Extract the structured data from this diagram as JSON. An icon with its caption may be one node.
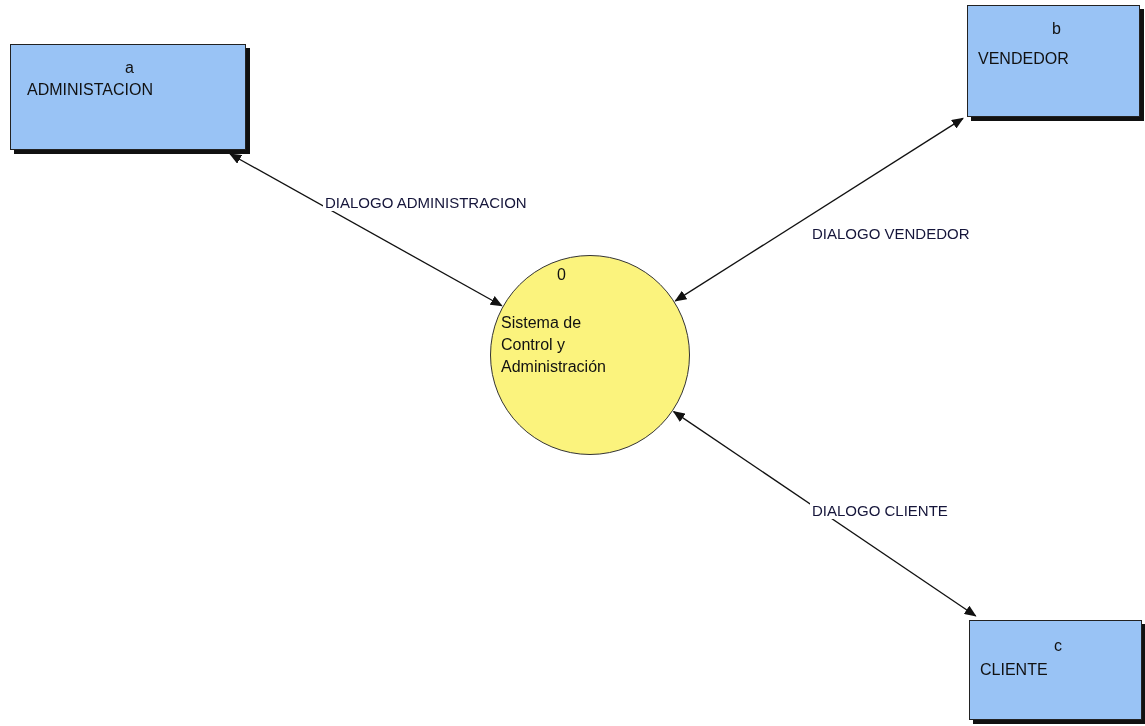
{
  "diagram": {
    "nodes": [
      {
        "text": [
          "a",
          "ADMINISTACION"
        ]
      },
      {
        "text": [
          "b",
          "VENDEDOR"
        ]
      },
      {
        "text": [
          "0",
          "Sistema de Control y Administración"
        ]
      },
      {
        "text": [
          "c",
          "CLIENTE"
        ]
      }
    ],
    "edges": [
      {
        "from": 0,
        "to": 2,
        "arrow": "both",
        "label": "DIALOGO ADMINISTRACION"
      },
      {
        "from": 1,
        "to": 2,
        "arrow": "both",
        "label": "DIALOGO VENDEDOR"
      },
      {
        "from": 2,
        "to": 3,
        "arrow": "both",
        "label": "DIALOGO CLIENTE"
      }
    ]
  }
}
